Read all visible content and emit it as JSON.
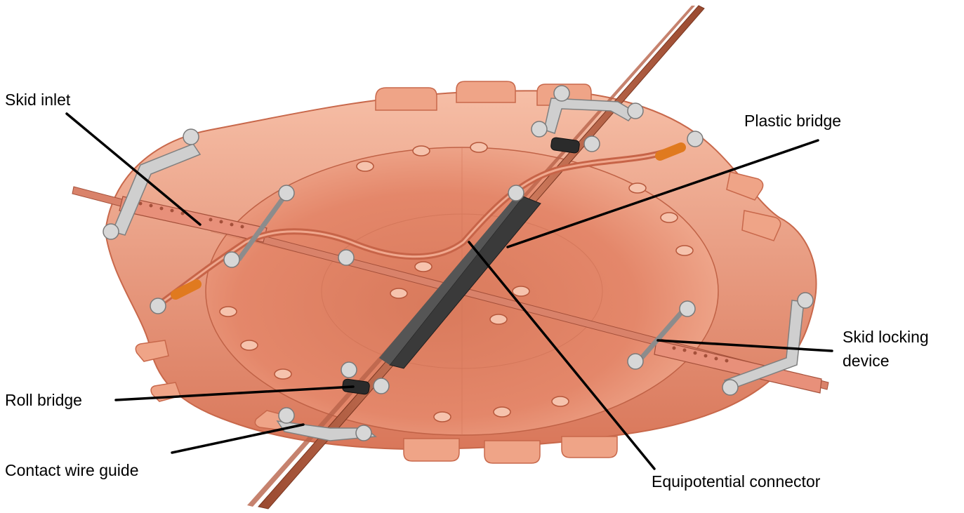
{
  "labels": {
    "skid_inlet": "Skid inlet",
    "plastic_bridge": "Plastic bridge",
    "skid_locking_device_line1": "Skid locking",
    "skid_locking_device_line2": "device",
    "roll_bridge": "Roll bridge",
    "contact_wire_guide": "Contact wire guide",
    "equipotential_connector": "Equipotential connector"
  },
  "colors": {
    "copper": "#e4876a",
    "copper_light": "#f3b49a",
    "copper_dark": "#b9583c",
    "steel": "#c9c9c9",
    "steel_dark": "#8c8c8c",
    "plastic": "#3a3a3a",
    "lug": "#e07a1f"
  }
}
